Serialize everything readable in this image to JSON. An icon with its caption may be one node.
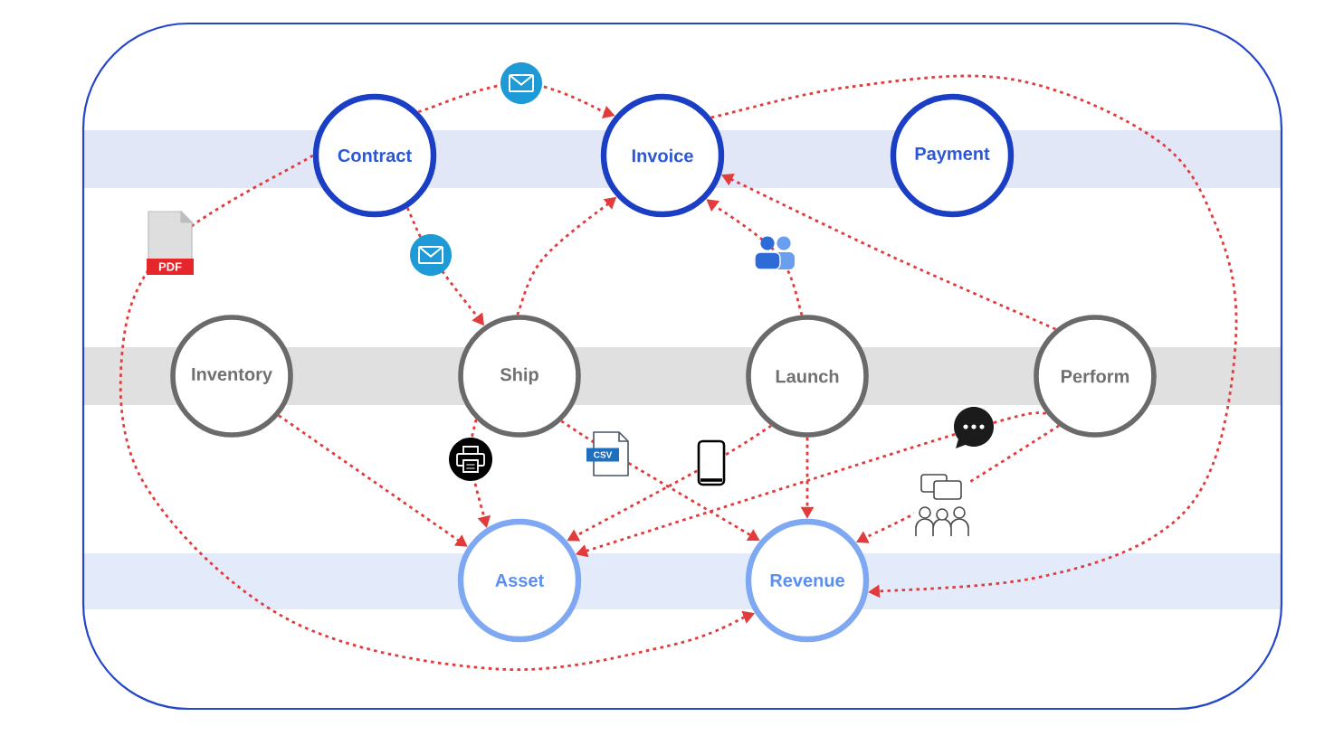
{
  "diagram": {
    "nodes": [
      {
        "text": [
          "Contract"
        ]
      },
      {
        "text": [
          "Invoice"
        ]
      },
      {
        "text": [
          "Payment"
        ]
      },
      {
        "text": [
          "Inventory"
        ]
      },
      {
        "text": [
          "Ship"
        ]
      },
      {
        "text": [
          "Launch"
        ]
      },
      {
        "text": [
          "Perform"
        ]
      },
      {
        "text": [
          "Asset"
        ]
      },
      {
        "text": [
          "Revenue"
        ]
      }
    ],
    "edges": [
      {
        "from": 0,
        "to": 1,
        "arrow": "to"
      },
      {
        "from": 0,
        "to": 4,
        "arrow": "to"
      },
      {
        "from": 4,
        "to": 1,
        "arrow": "to"
      },
      {
        "from": 5,
        "to": 1,
        "arrow": "to"
      },
      {
        "from": 6,
        "to": 1,
        "arrow": "to"
      },
      {
        "from": 0,
        "to": 8,
        "arrow": "to"
      },
      {
        "from": 1,
        "to": 8,
        "arrow": "to"
      },
      {
        "from": 3,
        "to": 7,
        "arrow": "to"
      },
      {
        "from": 4,
        "to": 7,
        "arrow": "to"
      },
      {
        "from": 4,
        "to": 8,
        "arrow": "to"
      },
      {
        "from": 5,
        "to": 7,
        "arrow": "to"
      },
      {
        "from": 6,
        "to": 7,
        "arrow": "to"
      },
      {
        "from": 5,
        "to": 8,
        "arrow": "to"
      },
      {
        "from": 6,
        "to": 8,
        "arrow": "to"
      }
    ],
    "labels": [
      "PDF",
      "CSV"
    ]
  }
}
